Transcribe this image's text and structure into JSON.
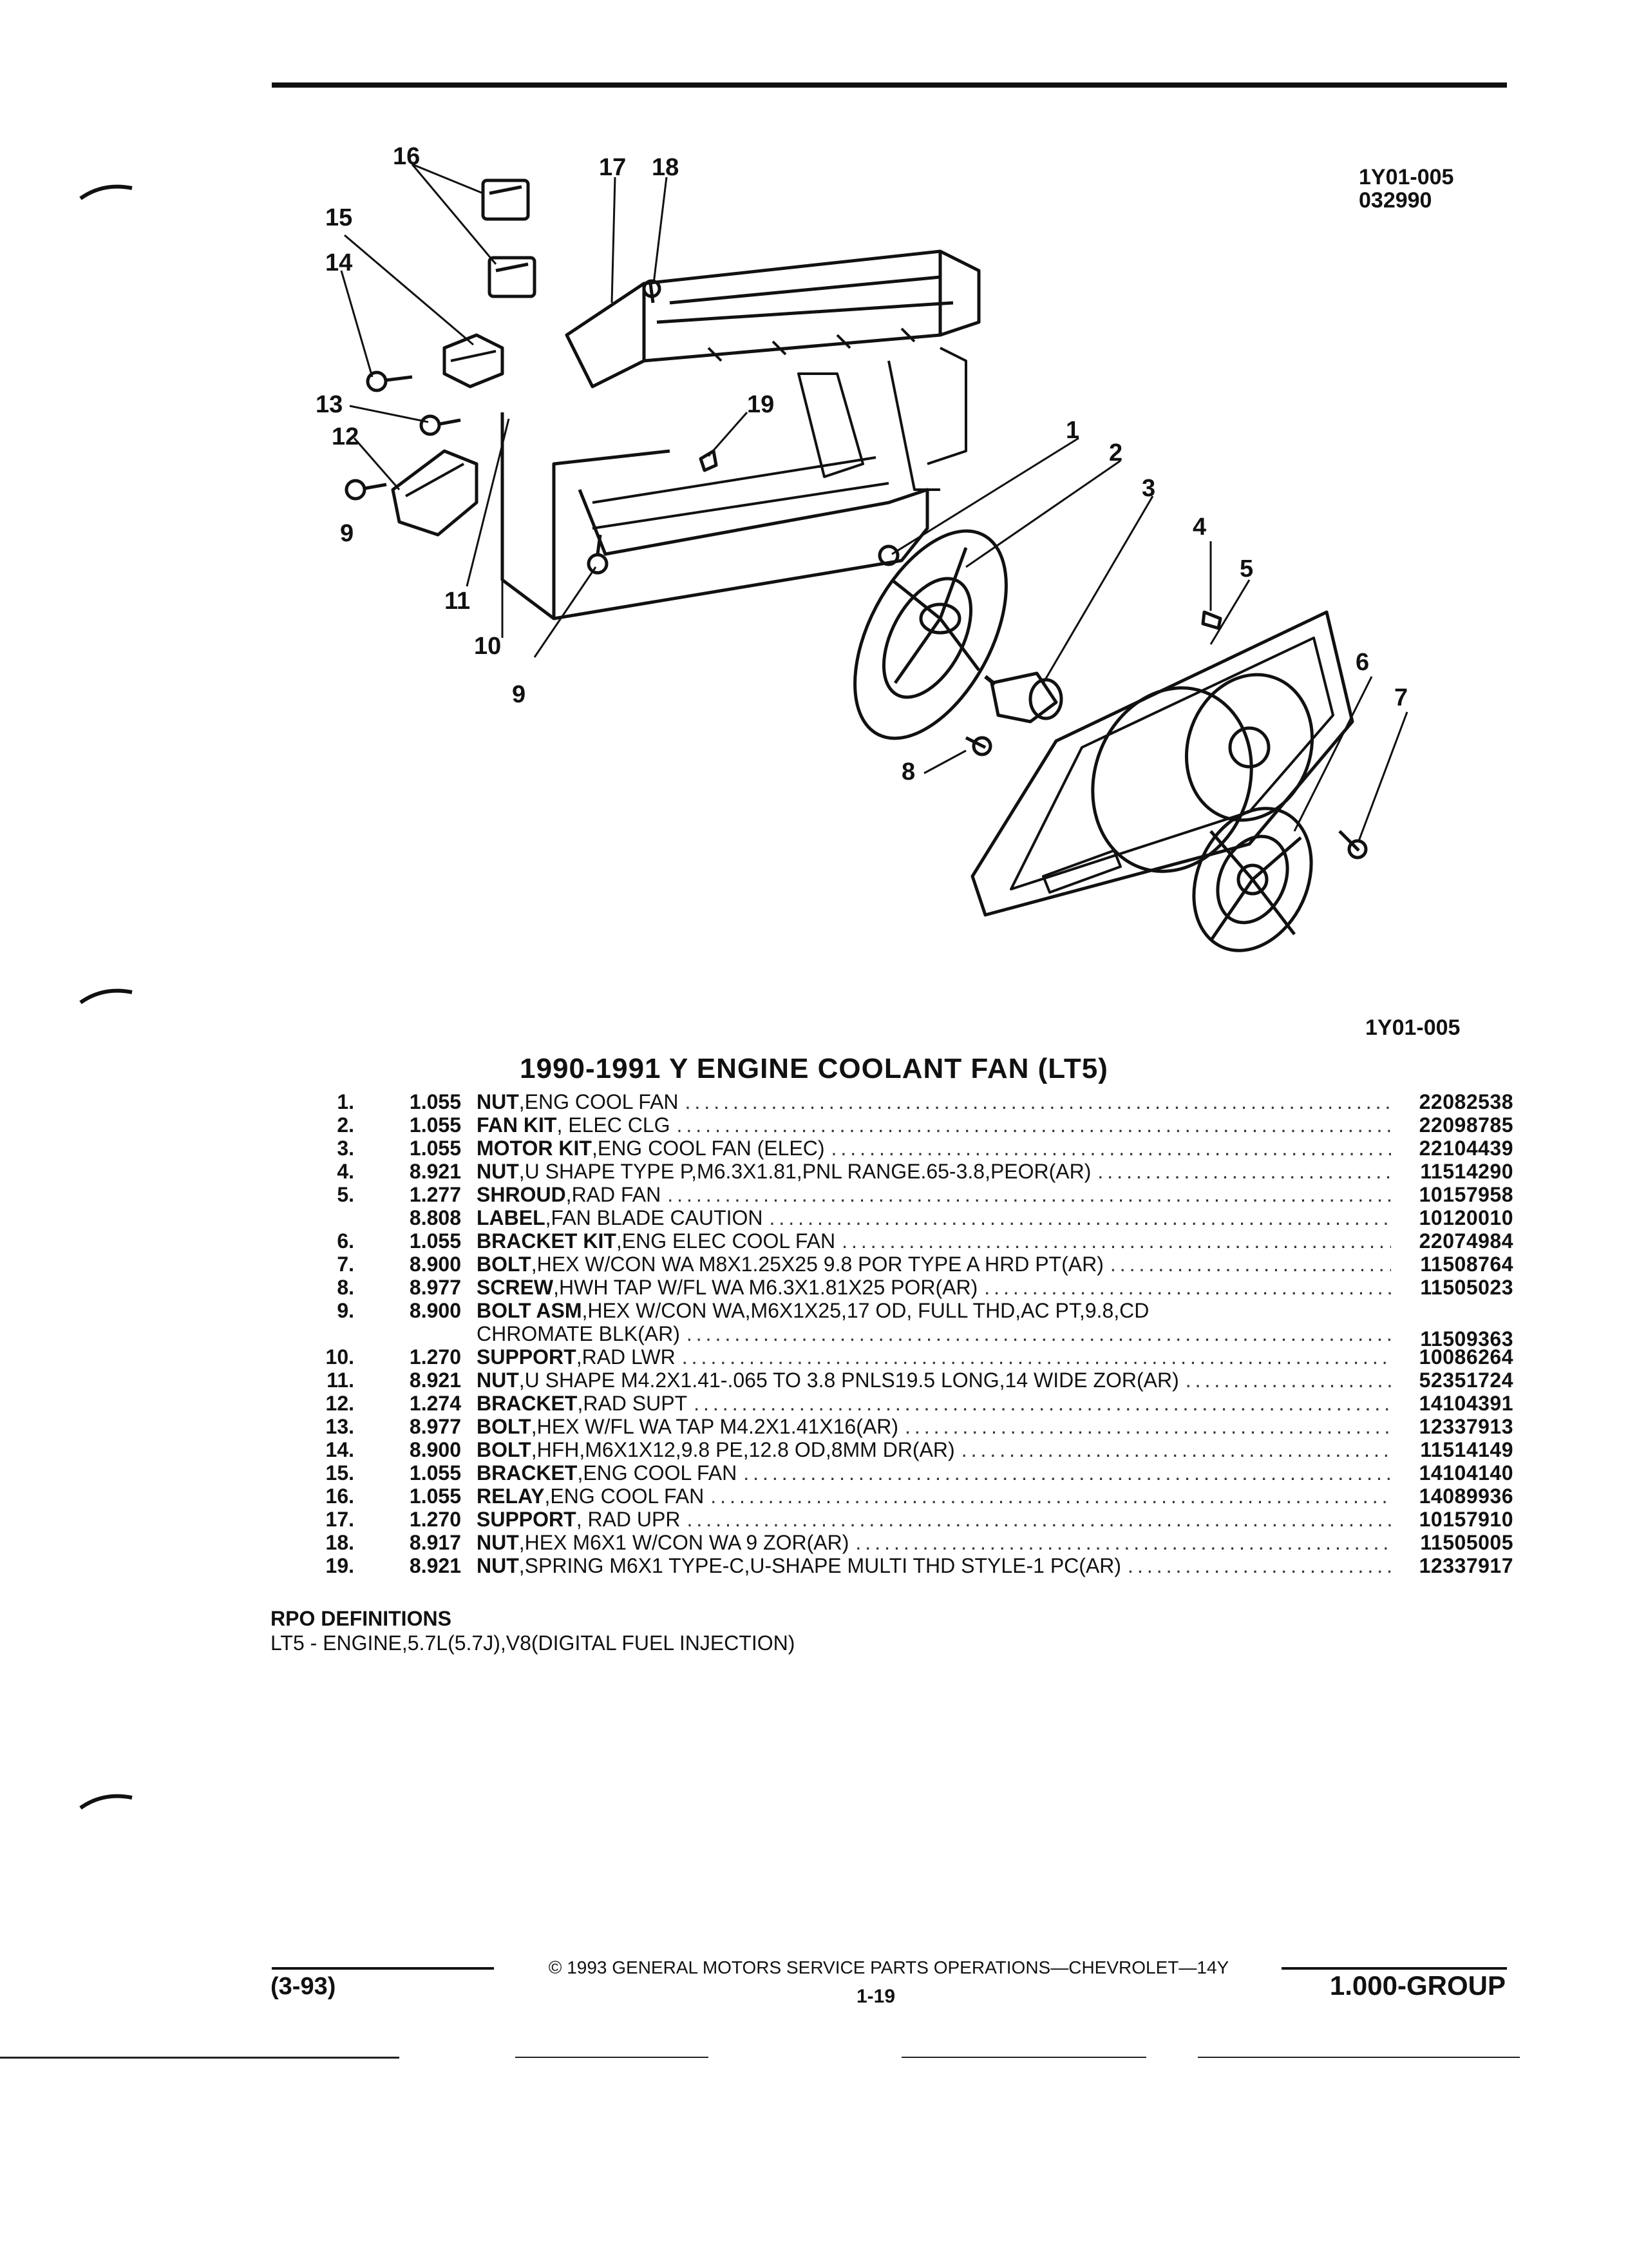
{
  "figure": {
    "code_top": "1Y01-005",
    "date_code": "032990",
    "code_bottom": "1Y01-005"
  },
  "callouts": [
    "16",
    "17",
    "18",
    "15",
    "14",
    "13",
    "12",
    "9",
    "19",
    "11",
    "10",
    "9",
    "1",
    "2",
    "3",
    "4",
    "5",
    "6",
    "7",
    "8"
  ],
  "title": "1990-1991 Y ENGINE COOLANT FAN (LT5)",
  "parts": [
    {
      "num": "1.",
      "grp": "1.055",
      "name": "NUT",
      "desc": ",ENG COOL FAN",
      "pn": "22082538"
    },
    {
      "num": "2.",
      "grp": "1.055",
      "name": "FAN KIT",
      "desc": ", ELEC CLG",
      "pn": "22098785"
    },
    {
      "num": "3.",
      "grp": "1.055",
      "name": "MOTOR KIT",
      "desc": ",ENG COOL FAN (ELEC)",
      "pn": "22104439"
    },
    {
      "num": "4.",
      "grp": "8.921",
      "name": "NUT",
      "desc": ",U SHAPE TYPE P,M6.3X1.81,PNL RANGE.65-3.8,PEOR(AR)",
      "pn": "11514290"
    },
    {
      "num": "5.",
      "grp": "1.277",
      "name": "SHROUD",
      "desc": ",RAD FAN",
      "pn": "10157958"
    },
    {
      "num": "",
      "grp": "8.808",
      "name": "LABEL",
      "desc": ",FAN BLADE CAUTION",
      "pn": "10120010"
    },
    {
      "num": "6.",
      "grp": "1.055",
      "name": "BRACKET KIT",
      "desc": ",ENG ELEC COOL FAN",
      "pn": "22074984"
    },
    {
      "num": "7.",
      "grp": "8.900",
      "name": "BOLT",
      "desc": ",HEX W/CON WA M8X1.25X25 9.8 POR TYPE A HRD PT(AR)",
      "pn": "11508764"
    },
    {
      "num": "8.",
      "grp": "8.977",
      "name": "SCREW",
      "desc": ",HWH TAP W/FL WA M6.3X1.81X25 POR(AR)",
      "pn": "11505023"
    },
    {
      "num": "9.",
      "grp": "8.900",
      "name": "BOLT ASM",
      "desc": ",HEX W/CON WA,M6X1X25,17 OD, FULL THD,AC PT,9.8,CD",
      "pn": "",
      "nodots": true
    },
    {
      "num": "",
      "grp": "",
      "name": "",
      "desc": "CHROMATE BLK(AR)",
      "pn": "11509363"
    },
    {
      "num": "10.",
      "grp": "1.270",
      "name": "SUPPORT",
      "desc": ",RAD LWR",
      "pn": "10086264"
    },
    {
      "num": "11.",
      "grp": "8.921",
      "name": "NUT",
      "desc": ",U SHAPE M4.2X1.41-.065 TO 3.8 PNLS19.5 LONG,14 WIDE ZOR(AR)",
      "pn": "52351724"
    },
    {
      "num": "12.",
      "grp": "1.274",
      "name": "BRACKET",
      "desc": ",RAD SUPT",
      "pn": "14104391"
    },
    {
      "num": "13.",
      "grp": "8.977",
      "name": "BOLT",
      "desc": ",HEX W/FL WA TAP M4.2X1.41X16(AR)",
      "pn": "12337913"
    },
    {
      "num": "14.",
      "grp": "8.900",
      "name": "BOLT",
      "desc": ",HFH,M6X1X12,9.8 PE,12.8 OD,8MM DR(AR)",
      "pn": "11514149"
    },
    {
      "num": "15.",
      "grp": "1.055",
      "name": "BRACKET",
      "desc": ",ENG COOL FAN",
      "pn": "14104140"
    },
    {
      "num": "16.",
      "grp": "1.055",
      "name": "RELAY",
      "desc": ",ENG COOL FAN",
      "pn": "14089936"
    },
    {
      "num": "17.",
      "grp": "1.270",
      "name": "SUPPORT",
      "desc": ", RAD UPR",
      "pn": "10157910"
    },
    {
      "num": "18.",
      "grp": "8.917",
      "name": "NUT",
      "desc": ",HEX M6X1 W/CON WA 9 ZOR(AR)",
      "pn": "11505005"
    },
    {
      "num": "19.",
      "grp": "8.921",
      "name": "NUT",
      "desc": ",SPRING M6X1 TYPE-C,U-SHAPE MULTI THD STYLE-1 PC(AR)",
      "pn": "12337917"
    }
  ],
  "rpo": {
    "heading": "RPO DEFINITIONS",
    "line": "LT5 - ENGINE,5.7L(5.7J),V8(DIGITAL FUEL INJECTION)"
  },
  "footer": {
    "copyright": "© 1993 GENERAL MOTORS SERVICE PARTS OPERATIONS—CHEVROLET—14Y",
    "date": "(3-93)",
    "page": "1-19",
    "group": "1.000-GROUP"
  }
}
